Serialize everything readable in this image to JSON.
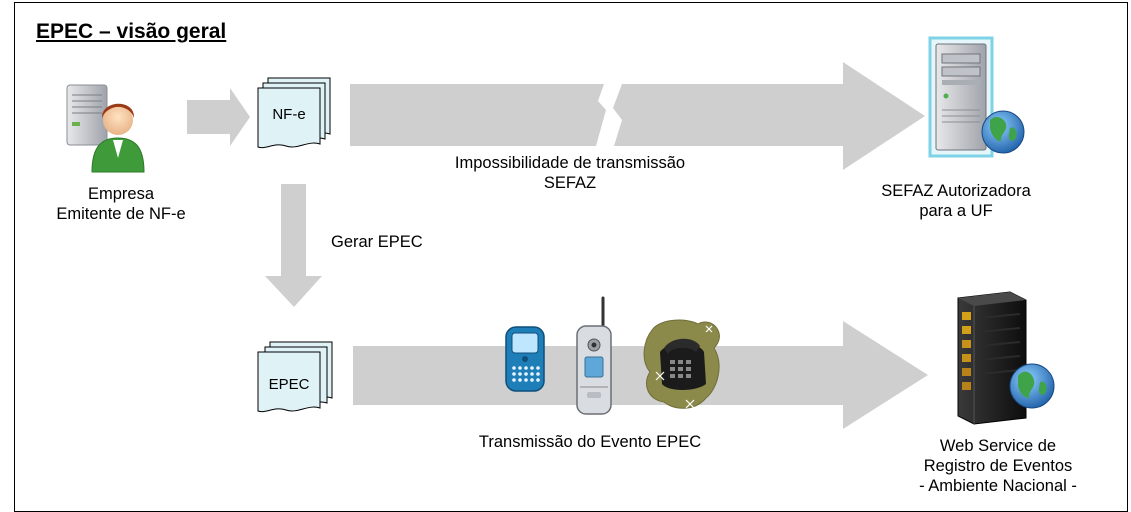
{
  "title": "EPEC – visão geral",
  "nodes": {
    "empresa": {
      "lines": [
        "Empresa",
        "Emitente de NF-e"
      ]
    },
    "nfe_doc": {
      "label": "NF-e"
    },
    "sefaz": {
      "lines": [
        "SEFAZ Autorizadora",
        "para a UF"
      ]
    },
    "epec_doc": {
      "label": "EPEC"
    },
    "web_service": {
      "lines": [
        "Web Service de",
        "Registro de Eventos",
        "- Ambiente Nacional -"
      ]
    }
  },
  "edges": {
    "impossibilidade": {
      "lines": [
        "Impossibilidade de transmissão",
        "SEFAZ"
      ]
    },
    "gerar": {
      "label": "Gerar EPEC"
    },
    "transmissao": {
      "label": "Transmissão do Evento EPEC"
    }
  },
  "colors": {
    "arrow": "#cfcfcf",
    "doc_fill": "#dff3f7",
    "server_dark": "#1a1a1a",
    "globe": "#2f7fc8"
  }
}
